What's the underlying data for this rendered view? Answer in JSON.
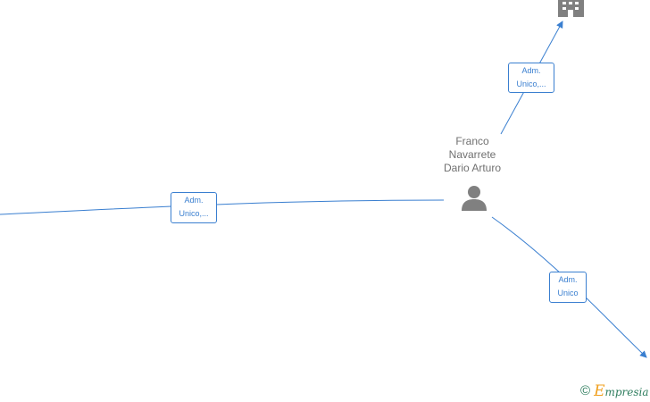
{
  "person": {
    "name_lines": [
      "Franco",
      "Navarrete",
      "Dario Arturo"
    ],
    "icon": "person-icon"
  },
  "company_node": {
    "icon": "building-icon"
  },
  "edges": {
    "top": {
      "label_lines": [
        "Adm.",
        "Unico,..."
      ]
    },
    "left": {
      "label_lines": [
        "Adm.",
        "Unico,..."
      ]
    },
    "bottom": {
      "label_lines": [
        "Adm.",
        "Unico"
      ]
    }
  },
  "footer": {
    "copyright": "©",
    "brand_initial": "E",
    "brand_rest": "mpresia"
  },
  "colors": {
    "edge": "#3a7fd0",
    "node_icon": "#808080",
    "person_text": "#707070",
    "brand_green": "#2e7d5e",
    "brand_orange": "#f0a020"
  }
}
